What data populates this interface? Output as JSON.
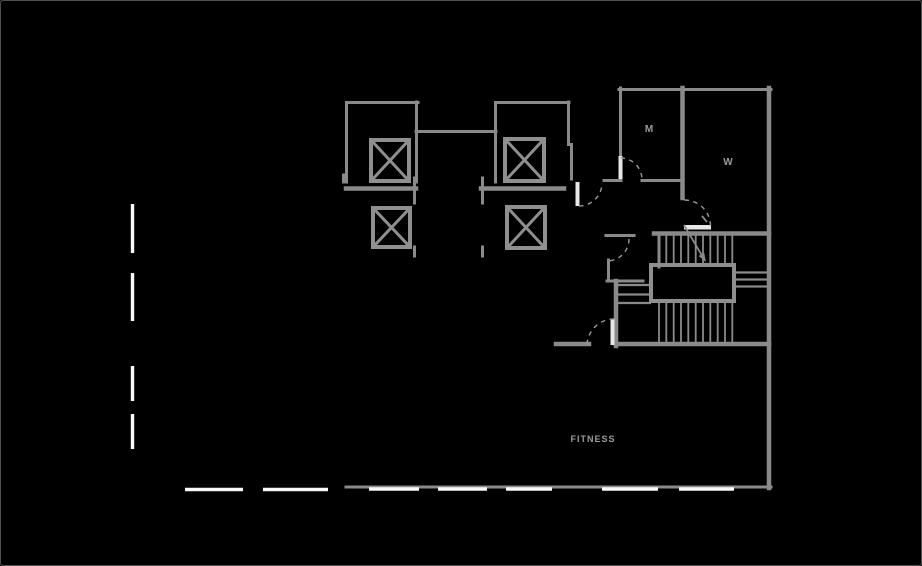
{
  "drawing": {
    "type": "architectural floor plan (elevator core, restrooms, switchback stair, fitness area)",
    "background_color": "#000000",
    "wall_color": "#8a8a8a",
    "door_leaf_color": "#e8e8e8",
    "door_swing_color": "#9a9a9a",
    "dashed_centerline_color": "#fafafa",
    "label_color": "#9b9b9b"
  },
  "labels": {
    "mens_room": "M",
    "womens_room": "W",
    "fitness_area": "FITNESS"
  }
}
